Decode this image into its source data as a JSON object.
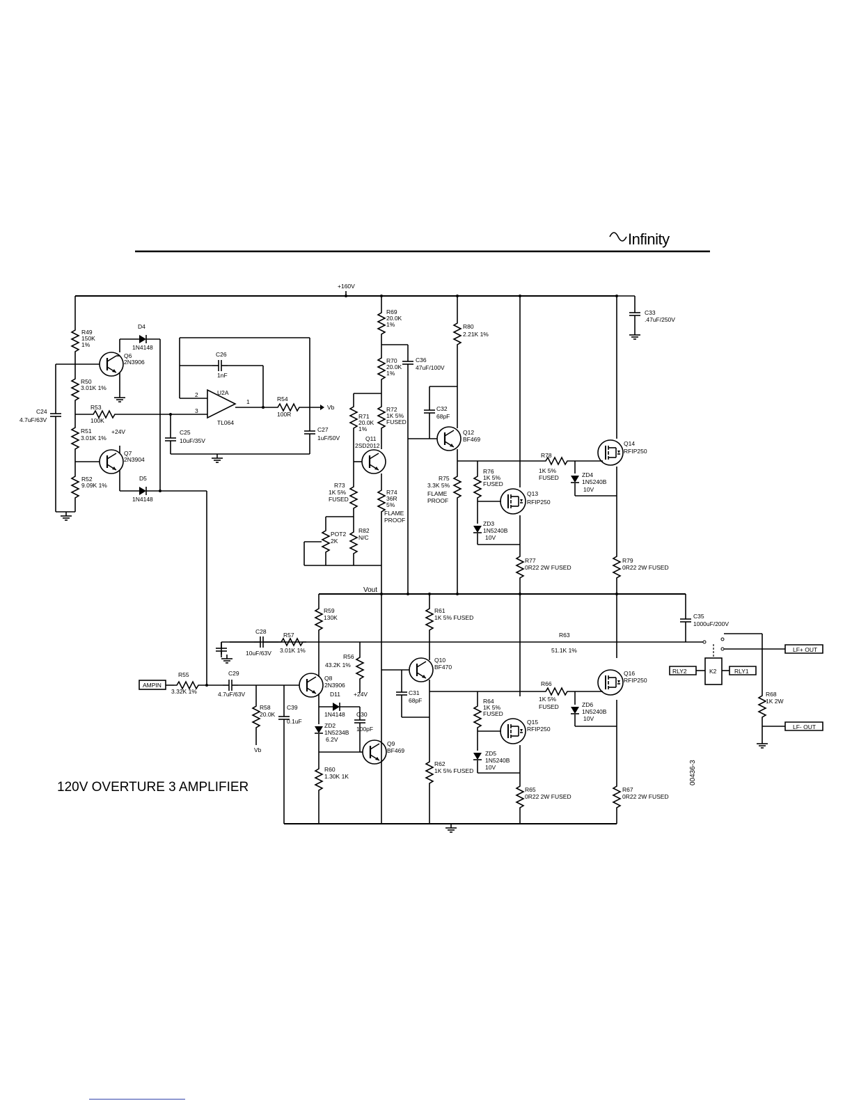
{
  "brand": {
    "logo_text": "Infinity"
  },
  "title": "120V OVERTURE 3 AMPLIFIER",
  "drawing_number": "00436-3",
  "rails": {
    "plus": "+160V",
    "vout": "Vout",
    "plus24": "+24V",
    "vb": "Vb"
  },
  "labels": {
    "r49": [
      "R49",
      "150K",
      "1%"
    ],
    "d4": [
      "D4",
      "1N4148"
    ],
    "q6": [
      "Q6",
      "2N3906"
    ],
    "r50": [
      "R50",
      "3.01K 1%"
    ],
    "c24": [
      "C24",
      "4.7uF/63V"
    ],
    "r53": [
      "R53",
      "100K"
    ],
    "r51": [
      "R51",
      "3.01K 1%"
    ],
    "q7": [
      "Q7",
      "2N3904"
    ],
    "r52": [
      "R52",
      "9.09K 1%"
    ],
    "d5": [
      "D5",
      "1N4148"
    ],
    "c26": [
      "C26",
      "1nF"
    ],
    "u2a": [
      "U2A",
      "TL064"
    ],
    "pin2": "2",
    "pin3": "3",
    "pin1": "1",
    "r54": [
      "R54",
      "100R"
    ],
    "c25": [
      "C25",
      "10uF/35V"
    ],
    "c27": [
      "C27",
      "1uF/50V"
    ],
    "r69": [
      "R69",
      "20.0K",
      "1%"
    ],
    "r70": [
      "R70",
      "20.0K",
      "1%"
    ],
    "c36": [
      "C36",
      "47uF/100V"
    ],
    "r72": [
      "R72",
      "1K 5%",
      "FUSED"
    ],
    "r71": [
      "R71",
      "20.0K",
      "1%"
    ],
    "q11": [
      "Q11",
      "2SD2012"
    ],
    "r73": [
      "R73",
      "1K 5%",
      "FUSED"
    ],
    "r74": [
      "R74",
      "36R",
      "5%",
      "FLAME",
      "PROOF"
    ],
    "pot2": [
      "POT2",
      "2K"
    ],
    "r82": [
      "R82",
      "N/C"
    ],
    "r80": [
      "R80",
      "2.21K 1%"
    ],
    "c32": [
      "C32",
      "68pF"
    ],
    "q12": [
      "Q12",
      "BF469"
    ],
    "r75": [
      "R75",
      "3.3K 5%",
      "FLAME",
      "PROOF"
    ],
    "r76": [
      "R76",
      "1K 5%",
      "FUSED"
    ],
    "q13": [
      "Q13",
      "RFIP250"
    ],
    "zd3": [
      "ZD3",
      "1N5240B",
      "10V"
    ],
    "r77": [
      "R77",
      "0R22 2W FUSED"
    ],
    "r78": [
      "R78",
      "1K 5%",
      "FUSED"
    ],
    "zd4": [
      "ZD4",
      "1N5240B",
      "10V"
    ],
    "q14": [
      "Q14",
      "RFIP250"
    ],
    "r79": [
      "R79",
      "0R22 2W FUSED"
    ],
    "c33": [
      "C33",
      ".47uF/250V"
    ],
    "r59": [
      "R59",
      "130K"
    ],
    "c28": [
      "C28",
      "10uF/63V"
    ],
    "r57": [
      "R57",
      "3.01K 1%"
    ],
    "r56": [
      "R56",
      "43.2K 1%"
    ],
    "r61": [
      "R61",
      "1K 5% FUSED"
    ],
    "q10": [
      "Q10",
      "BF470"
    ],
    "r63": [
      "R63",
      "51.1K 1%"
    ],
    "c35": [
      "C35",
      "1000uF/200V"
    ],
    "ampin": "AMPIN",
    "r55": [
      "R55",
      "3.32K 1%"
    ],
    "c29": [
      "C29",
      "4.7uF/63V"
    ],
    "q8": [
      "Q8",
      "2N3906"
    ],
    "r58": [
      "R58",
      "20.0K"
    ],
    "c39": [
      "C39",
      "0.1uF"
    ],
    "d11": [
      "D11",
      "1N4148"
    ],
    "c30": [
      "C30",
      "100pF"
    ],
    "zd2": [
      "ZD2",
      "1N5234B",
      "6.2V"
    ],
    "q9": [
      "Q9",
      "BF469"
    ],
    "c31": [
      "C31",
      "68pF"
    ],
    "r64": [
      "R64",
      "1K 5%",
      "FUSED"
    ],
    "q15": [
      "Q15",
      "RFIP250"
    ],
    "zd5": [
      "ZD5",
      "1N5240B",
      "10V"
    ],
    "r66": [
      "R66",
      "1K 5%",
      "FUSED"
    ],
    "zd6": [
      "ZD6",
      "1N5240B",
      "10V"
    ],
    "q16": [
      "Q16",
      "RFIP250"
    ],
    "r60": [
      "R60",
      "1.30K 1K"
    ],
    "r62": [
      "R62",
      "1K 5% FUSED"
    ],
    "r65": [
      "R65",
      "0R22 2W FUSED"
    ],
    "r67": [
      "R67",
      "0R22 2W FUSED"
    ],
    "k2": "K2",
    "rly2": "RLY2",
    "rly1": "RLY1",
    "r68": [
      "R68",
      "1K 2W"
    ],
    "lf_plus": "LF+ OUT",
    "lf_minus": "LF- OUT"
  }
}
